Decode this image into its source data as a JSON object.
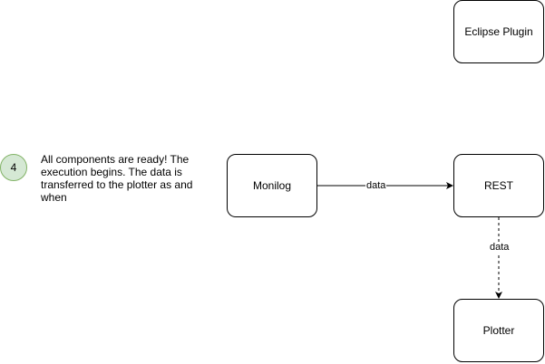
{
  "nodes": {
    "eclipse_plugin": "Eclipse Plugin",
    "monilog": "Monilog",
    "rest": "REST",
    "plotter": "Plotter"
  },
  "step": {
    "number": "4",
    "description": "All components are ready! The execution begins. The data is transferred to the plotter as and when"
  },
  "edges": {
    "monilog_to_rest": "data",
    "rest_to_plotter": "data"
  },
  "colors": {
    "step_fill": "#d5e8d4",
    "step_stroke": "#82b366",
    "stroke": "#000000"
  }
}
